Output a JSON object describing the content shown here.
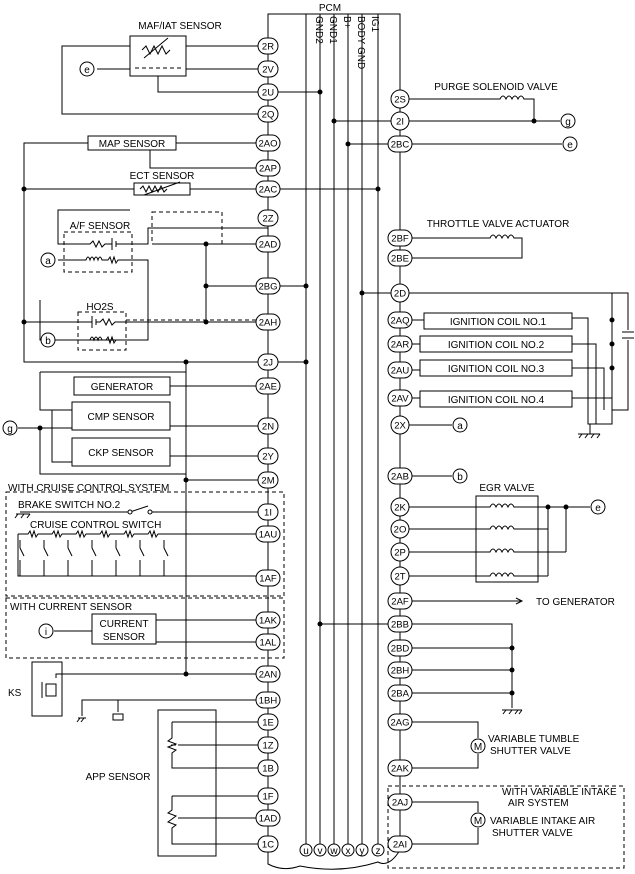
{
  "pcm": {
    "title": "PCM",
    "buses": [
      "GND2",
      "GND1",
      "B+",
      "BODY GND",
      "IG1"
    ],
    "bottom_terminals": [
      "u",
      "v",
      "w",
      "x",
      "y",
      "z"
    ]
  },
  "left_pins": [
    "2R",
    "2V",
    "2U",
    "2Q",
    "2AO",
    "2AP",
    "2AC",
    "2Z",
    "2AD",
    "2BG",
    "2AH",
    "2J",
    "2AE",
    "2N",
    "2Y",
    "2M",
    "1I",
    "1AU",
    "1AF",
    "1AK",
    "1AL",
    "2AN",
    "1BH",
    "1E",
    "1Z",
    "1B",
    "1F",
    "1AD",
    "1C"
  ],
  "right_pins": [
    "2S",
    "2I",
    "2BC",
    "2BF",
    "2BE",
    "2D",
    "2AQ",
    "2AR",
    "2AU",
    "2AV",
    "2X",
    "2AB",
    "2K",
    "2O",
    "2P",
    "2T",
    "2AF",
    "2BB",
    "2BD",
    "2BH",
    "2BA",
    "2AG",
    "2AK",
    "2AJ",
    "2AI"
  ],
  "components": {
    "maf_iat": "MAF/IAT SENSOR",
    "map": "MAP SENSOR",
    "ect": "ECT SENSOR",
    "af": "A/F SENSOR",
    "ho2s": "HO2S",
    "generator": "GENERATOR",
    "cmp": "CMP SENSOR",
    "ckp": "CKP SENSOR",
    "cruise_group": "WITH CRUISE CONTROL SYSTEM",
    "brake_switch": "BRAKE SWITCH NO.2",
    "cruise_switch": "CRUISE CONTROL SWITCH",
    "current_group": "WITH CURRENT SENSOR",
    "current_sensor_1": "CURRENT",
    "current_sensor_2": "SENSOR",
    "ks": "KS",
    "app": "APP SENSOR",
    "purge": "PURGE SOLENOID VALVE",
    "throttle": "THROTTLE VALVE ACTUATOR",
    "coil1": "IGNITION COIL NO.1",
    "coil2": "IGNITION COIL NO.2",
    "coil3": "IGNITION COIL NO.3",
    "coil4": "IGNITION COIL NO.4",
    "egr": "EGR VALVE",
    "to_generator": "TO GENERATOR",
    "tumble_1": "VARIABLE TUMBLE",
    "tumble_2": "SHUTTER VALVE",
    "vis_group_1": "WITH VARIABLE INTAKE",
    "vis_group_2": "AIR SYSTEM",
    "vis_valve_1": "VARIABLE INTAKE AIR",
    "vis_valve_2": "SHUTTER VALVE",
    "motor_symbol": "M"
  },
  "terminals": {
    "a": "a",
    "b": "b",
    "e": "e",
    "g": "g",
    "i": "i"
  }
}
